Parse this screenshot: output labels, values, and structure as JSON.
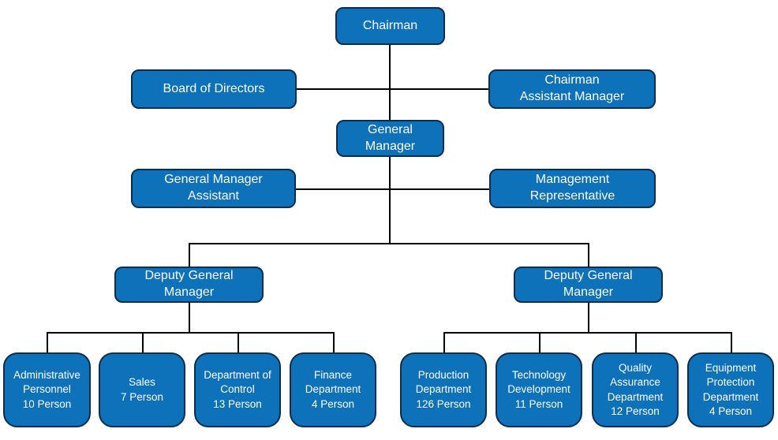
{
  "diagram": {
    "type": "org-chart",
    "colors": {
      "box_fill": "#0D72BA",
      "box_border": "#0B2D4D",
      "box_text": "#FFFFFF",
      "connector": "#000000",
      "background": "#FFFFFF"
    },
    "nodes": {
      "chairman": {
        "label": "Chairman"
      },
      "board_of_directors": {
        "label": "Board of Directors"
      },
      "chairman_assistant_manager": {
        "label": "Chairman\nAssistant Manager"
      },
      "general_manager": {
        "label": "General\nManager"
      },
      "general_manager_assistant": {
        "label": "General Manager\nAssistant"
      },
      "management_representative": {
        "label": "Management\nRepresentative"
      },
      "deputy_general_manager_left": {
        "label": "Deputy General\nManager"
      },
      "deputy_general_manager_right": {
        "label": "Deputy General\nManager"
      },
      "administrative_personnel": {
        "label": "Administrative\nPersonnel\n10 Person"
      },
      "sales": {
        "label": "Sales\n7 Person"
      },
      "department_of_control": {
        "label": "Department of\nControl\n13 Person"
      },
      "finance_department": {
        "label": "Finance\nDepartment\n4 Person"
      },
      "production_department": {
        "label": "Production\nDepartment\n126 Person"
      },
      "technology_development": {
        "label": "Technology\nDevelopment\n11 Person"
      },
      "quality_assurance_department": {
        "label": "Quality\nAssurance\nDepartment\n12 Person"
      },
      "equipment_protection_department": {
        "label": "Equipment\nProtection\nDepartment\n4 Person"
      }
    }
  }
}
